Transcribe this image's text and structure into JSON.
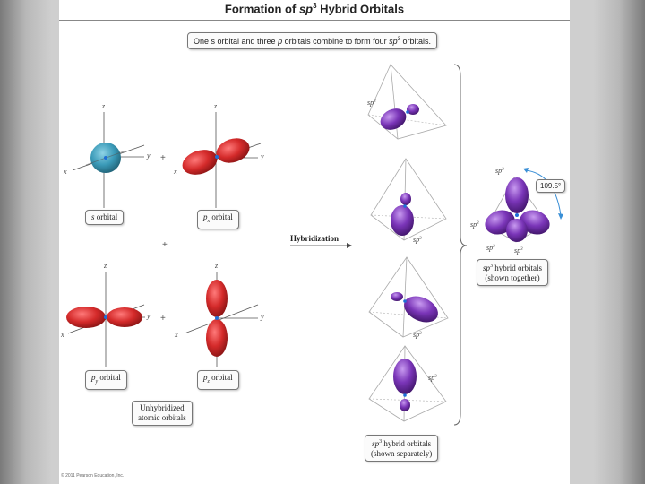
{
  "title": {
    "prefix": "Formation of ",
    "sp": "sp",
    "sup": "3",
    "suffix": " Hybrid Orbitals"
  },
  "intro": {
    "a": "One s orbital and three ",
    "p": "p",
    "b": " orbitals combine to form four ",
    "sp": "sp",
    "sup": "3",
    "c": " orbitals."
  },
  "axes": {
    "x": "x",
    "y": "y",
    "z": "z"
  },
  "orbital_labels": {
    "s": {
      "sym": "s",
      "rest": " orbital"
    },
    "px": {
      "sym": "p",
      "sub": "x",
      "rest": " orbital"
    },
    "py": {
      "sym": "p",
      "sub": "y",
      "rest": " orbital"
    },
    "pz": {
      "sym": "p",
      "sub": "z",
      "rest": " orbital"
    }
  },
  "plus_sign": "+",
  "unhybridized": {
    "line1": "Unhybridized",
    "line2": "atomic orbitals"
  },
  "hybridization": "Hybridization",
  "sp3": {
    "sym": "sp",
    "sup": "3"
  },
  "angle": "109.5°",
  "shown_together": {
    "line1a": "sp",
    "line1sup": "3",
    "line1b": " hybrid orbitals",
    "line2": "(shown together)"
  },
  "shown_separately": {
    "line1a": "sp",
    "line1sup": "3",
    "line1b": " hybrid orbitals",
    "line2": "(shown separately)"
  },
  "copyright": "© 2011 Pearson Education, Inc.",
  "colors": {
    "s_orbital": "#3a9ab8",
    "p_orbital": "#d42a2a",
    "hybrid": "#7a35b8",
    "nucleus": "#1f6fd6"
  }
}
